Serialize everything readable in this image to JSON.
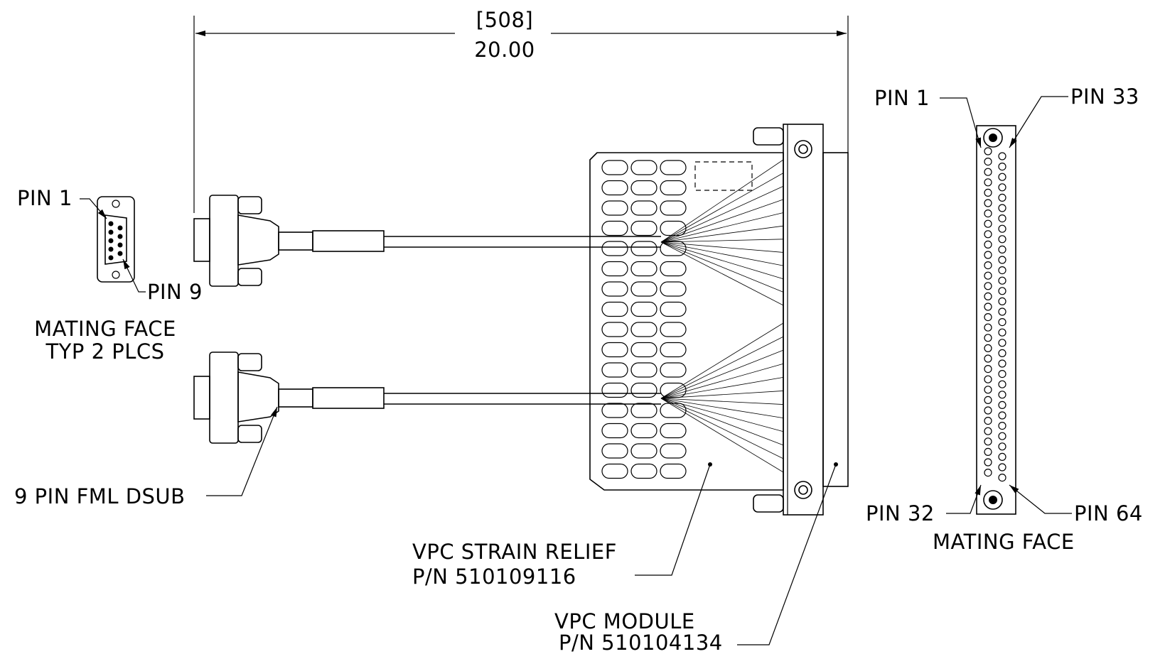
{
  "dimension": {
    "metric": "[508]",
    "imperial": "20.00"
  },
  "left_dsub_face": {
    "pin1": "PIN 1",
    "pin9": "PIN 9",
    "caption_line1": "MATING FACE",
    "caption_line2": "TYP 2 PLCS"
  },
  "dsub_label": "9 PIN  FML DSUB",
  "strain_relief": {
    "line1": "VPC STRAIN RELIEF",
    "line2": "P/N 510109116"
  },
  "module": {
    "line1": "VPC MODULE",
    "line2": "P/N 510104134"
  },
  "right_face": {
    "pin1": "PIN 1",
    "pin33": "PIN 33",
    "pin32": "PIN 32",
    "pin64": "PIN 64",
    "caption": "MATING FACE"
  }
}
